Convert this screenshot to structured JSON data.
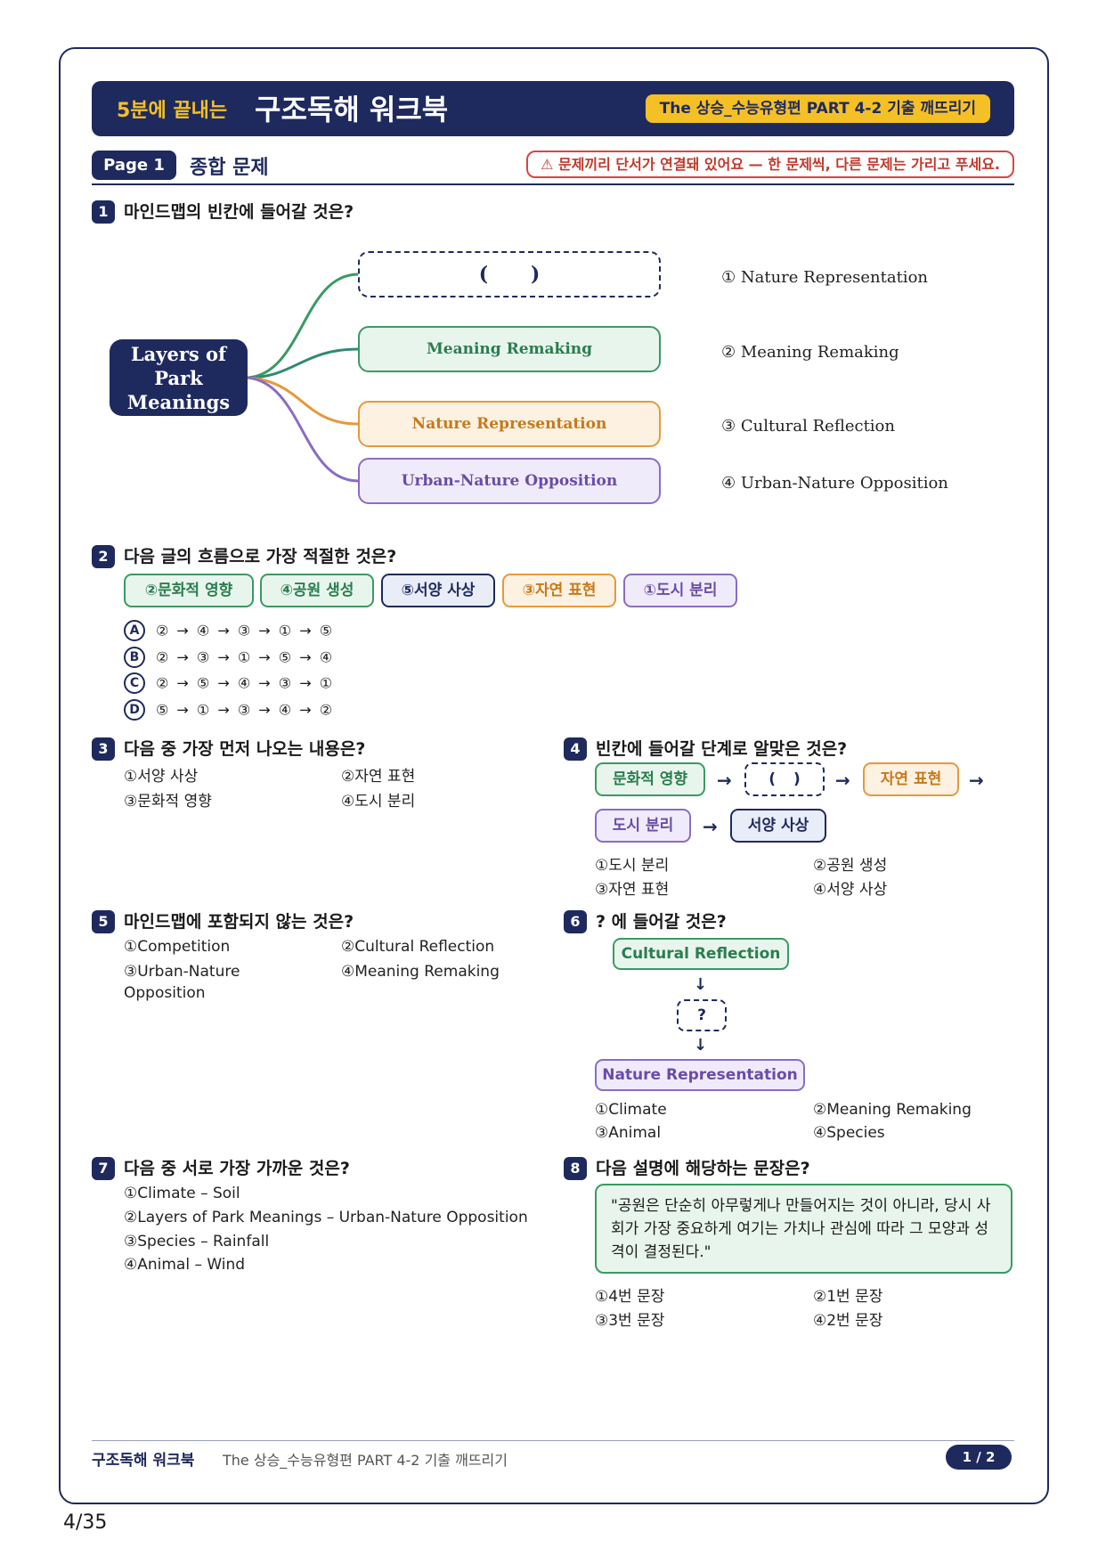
{
  "header": {
    "sub": "5분에 끝내는",
    "title": "구조독해 워크북",
    "tag": "The 상승_수능유형편 PART 4-2 기출 깨뜨리기"
  },
  "page": {
    "badge": "Page 1",
    "label": "종합 문제",
    "warning": "⚠ 문제끼리 단서가 연결돼 있어요 — 한 문제씩, 다른 문제는 가리고 푸세요."
  },
  "colors": {
    "navy": "#1e2a5e",
    "gold": "#f5c026",
    "green": "#3a9a64",
    "orange": "#e59a3a",
    "purple": "#8a6cc4",
    "red": "#d64545"
  },
  "q1": {
    "num": "1",
    "question": "마인드맵의 빈칸에 들어갈 것은?",
    "root": "Layers of Park Meanings",
    "blank": "( )",
    "branches": [
      "Meaning Remaking",
      "Nature Representation",
      "Urban-Nature Opposition"
    ],
    "options": [
      "① Nature Representation",
      "② Meaning Remaking",
      "③ Cultural Reflection",
      "④ Urban-Nature Opposition"
    ]
  },
  "q2": {
    "num": "2",
    "question": "다음 글의 흐름으로 가장 적절한 것은?",
    "tags": [
      "②문화적 영향",
      "④공원 생성",
      "⑤서양 사상",
      "③자연 표현",
      "①도시 분리"
    ],
    "rows": [
      {
        "letter": "A",
        "seq": "② → ④ → ③ → ① → ⑤"
      },
      {
        "letter": "B",
        "seq": "② → ③ → ① → ⑤ → ④"
      },
      {
        "letter": "C",
        "seq": "② → ⑤ → ④ → ③ → ①"
      },
      {
        "letter": "D",
        "seq": "⑤ → ① → ③ → ④ → ②"
      }
    ]
  },
  "q3": {
    "num": "3",
    "question": "다음 중 가장 먼저 나오는 내용은?",
    "options": [
      "①서양 사상",
      "②자연 표현",
      "③문화적 영향",
      "④도시 분리"
    ]
  },
  "q4": {
    "num": "4",
    "question": "빈칸에 들어갈 단계로 알맞은 것은?",
    "flow": [
      "문화적 영향",
      "( )",
      "자연 표현",
      "도시 분리",
      "서양 사상"
    ],
    "arrow": "→",
    "options": [
      "①도시 분리",
      "②공원 생성",
      "③자연 표현",
      "④서양 사상"
    ]
  },
  "q5": {
    "num": "5",
    "question": "마인드맵에 포함되지 않는 것은?",
    "options": [
      "①Competition",
      "②Cultural Reflection",
      "③Urban-Nature Opposition",
      "④Meaning Remaking"
    ]
  },
  "q6": {
    "num": "6",
    "question": "? 에 들어갈 것은?",
    "top": "Cultural Reflection",
    "mid": "?",
    "bottom": "Nature Representation",
    "arrow": "↓",
    "options": [
      "①Climate",
      "②Meaning Remaking",
      "③Animal",
      "④Species"
    ]
  },
  "q7": {
    "num": "7",
    "question": "다음 중 서로 가장 가까운 것은?",
    "options": [
      "①Climate – Soil",
      "②Layers of Park Meanings – Urban-Nature Opposition",
      "③Species – Rainfall",
      "④Animal – Wind"
    ]
  },
  "q8": {
    "num": "8",
    "question": "다음 설명에 해당하는 문장은?",
    "quote": "\"공원은 단순히 아무렇게나 만들어지는 것이 아니라, 당시 사회가 가장 중요하게 여기는 가치나 관심에 따라 그 모양과 성격이 결정된다.\"",
    "options": [
      "①4번 문장",
      "②1번 문장",
      "③3번 문장",
      "④2번 문장"
    ]
  },
  "footer": {
    "left": "구조독해 워크북",
    "middle": "The 상승_수능유형편 PART 4-2 기출 깨뜨리기",
    "page": "1 / 2"
  },
  "page_number": "4/35"
}
